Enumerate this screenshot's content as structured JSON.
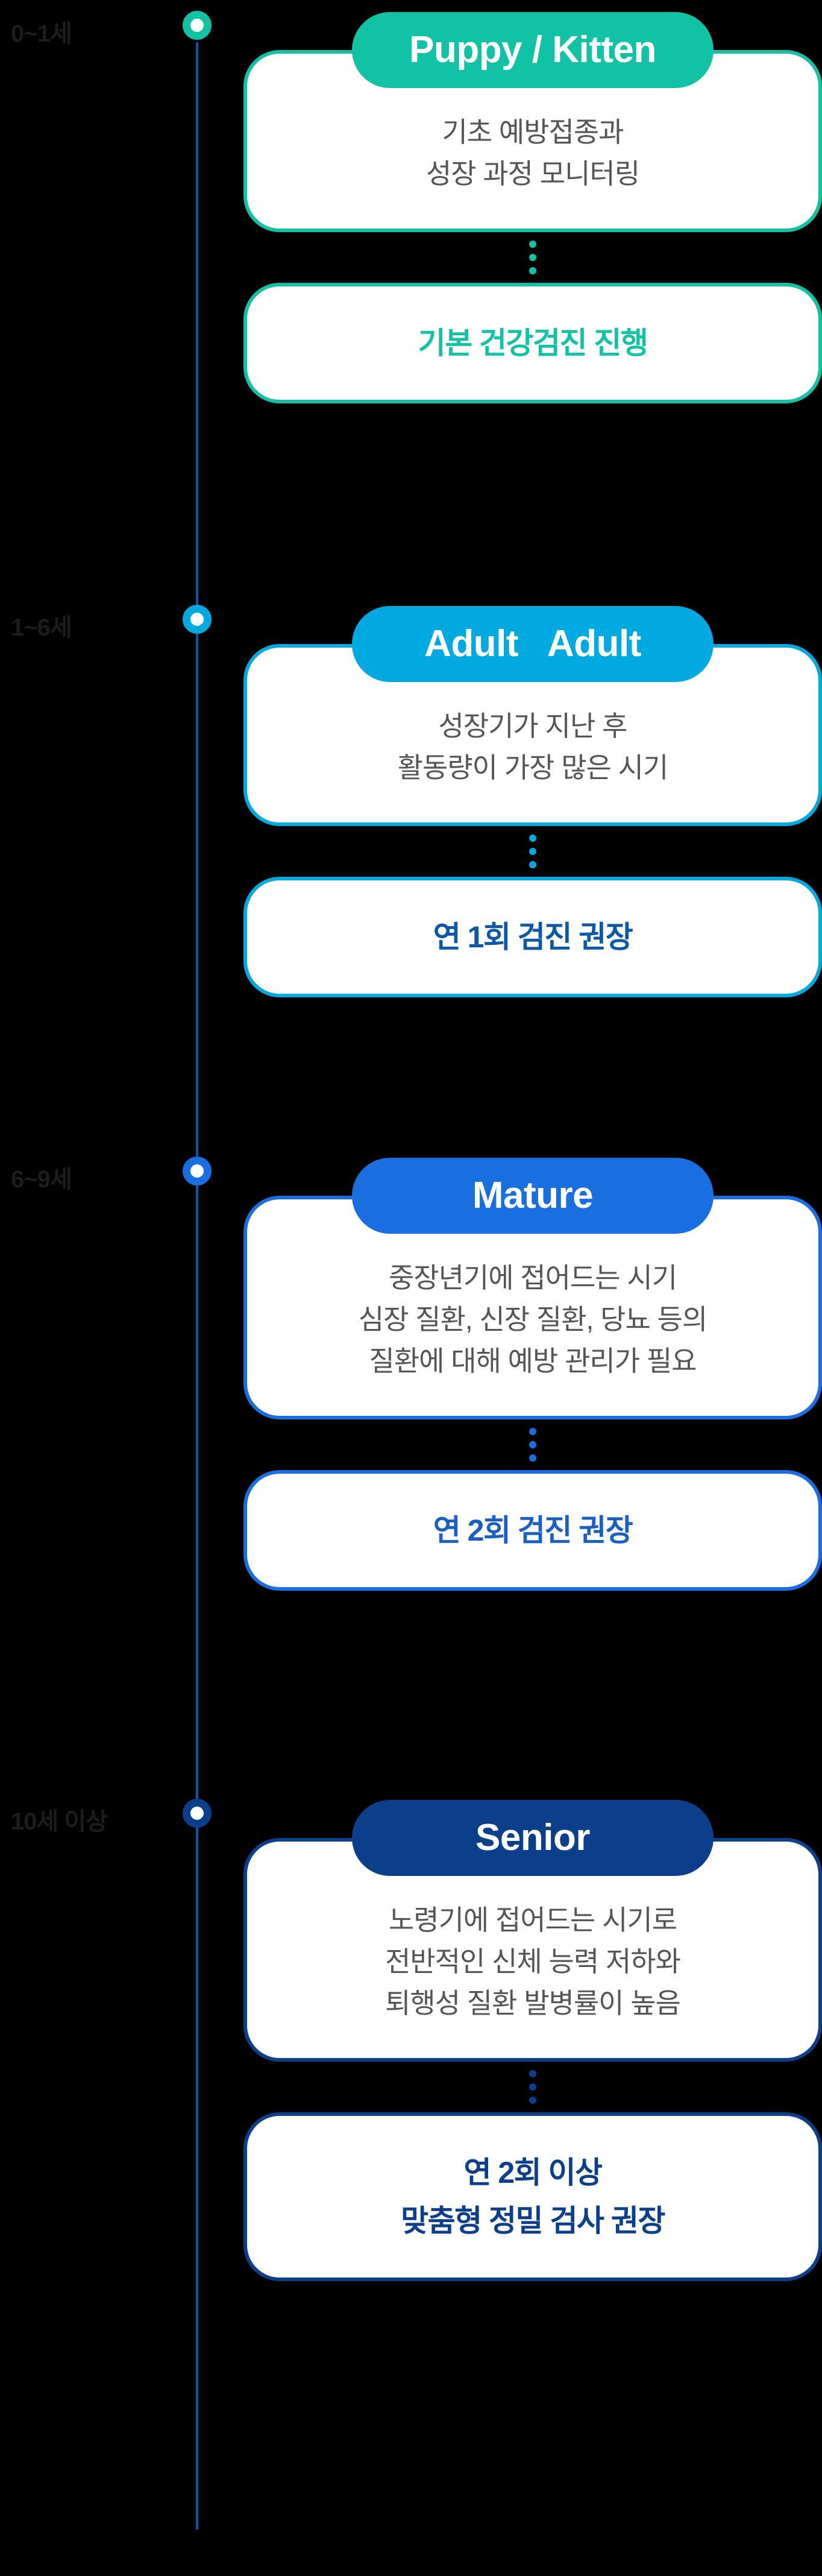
{
  "accent_colors": {
    "teal": "#12c2a4",
    "light_blue": "#00a9e0",
    "mid_blue": "#1a6fe0",
    "dark_blue": "#0b3f8c",
    "spine": "#0b59a6",
    "background": "#000000",
    "card_background": "#ffffff",
    "body_text": "#555555",
    "age_label_text": "#1d1d1d"
  },
  "stages": [
    {
      "age_label": "0~1세",
      "badge": "Puppy / Kitten",
      "description_lines": [
        "기초 예방접종과",
        "성장 과정 모니터링"
      ],
      "recommendation_lines": [
        "기본 건강검진 진행"
      ]
    },
    {
      "age_label": "1~6세",
      "badge": "Adult   Adult",
      "description_lines": [
        "성장기가 지난 후",
        "활동량이 가장 많은 시기"
      ],
      "recommendation_lines": [
        "연 1회 검진 권장"
      ]
    },
    {
      "age_label": "6~9세",
      "badge": "Mature",
      "description_lines": [
        "중장년기에 접어드는 시기",
        "심장 질환, 신장 질환, 당뇨 등의",
        "질환에 대해 예방 관리가 필요"
      ],
      "recommendation_lines": [
        "연 2회 검진 권장"
      ]
    },
    {
      "age_label": "10세 이상",
      "badge": "Senior",
      "description_lines": [
        "노령기에 접어드는 시기로",
        "전반적인 신체 능력 저하와",
        "퇴행성 질환 발병률이 높음"
      ],
      "recommendation_lines": [
        "연 2회 이상",
        "맞춤형 정밀 검사 권장"
      ]
    }
  ]
}
